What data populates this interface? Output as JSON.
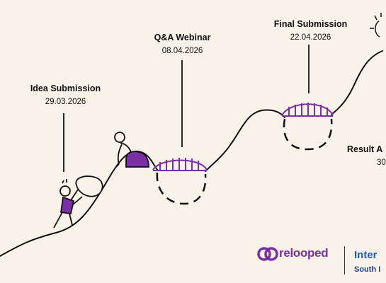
{
  "milestones": [
    {
      "title": "Idea Submission",
      "date": "29.03.2026"
    },
    {
      "title": "Q&A Webinar",
      "date": "08.04.2026"
    },
    {
      "title": "Final Submission",
      "date": "22.04.2026"
    },
    {
      "title": "Result A",
      "date": "30"
    }
  ],
  "brand": {
    "name": "relooped",
    "color": "#7b2fa6"
  },
  "partner": {
    "name": "Inter",
    "subtitle": "South I",
    "color": "#1f5bbf"
  },
  "colors": {
    "background": "#f8f2e8",
    "accent": "#7b2fa6",
    "line": "#111111"
  }
}
